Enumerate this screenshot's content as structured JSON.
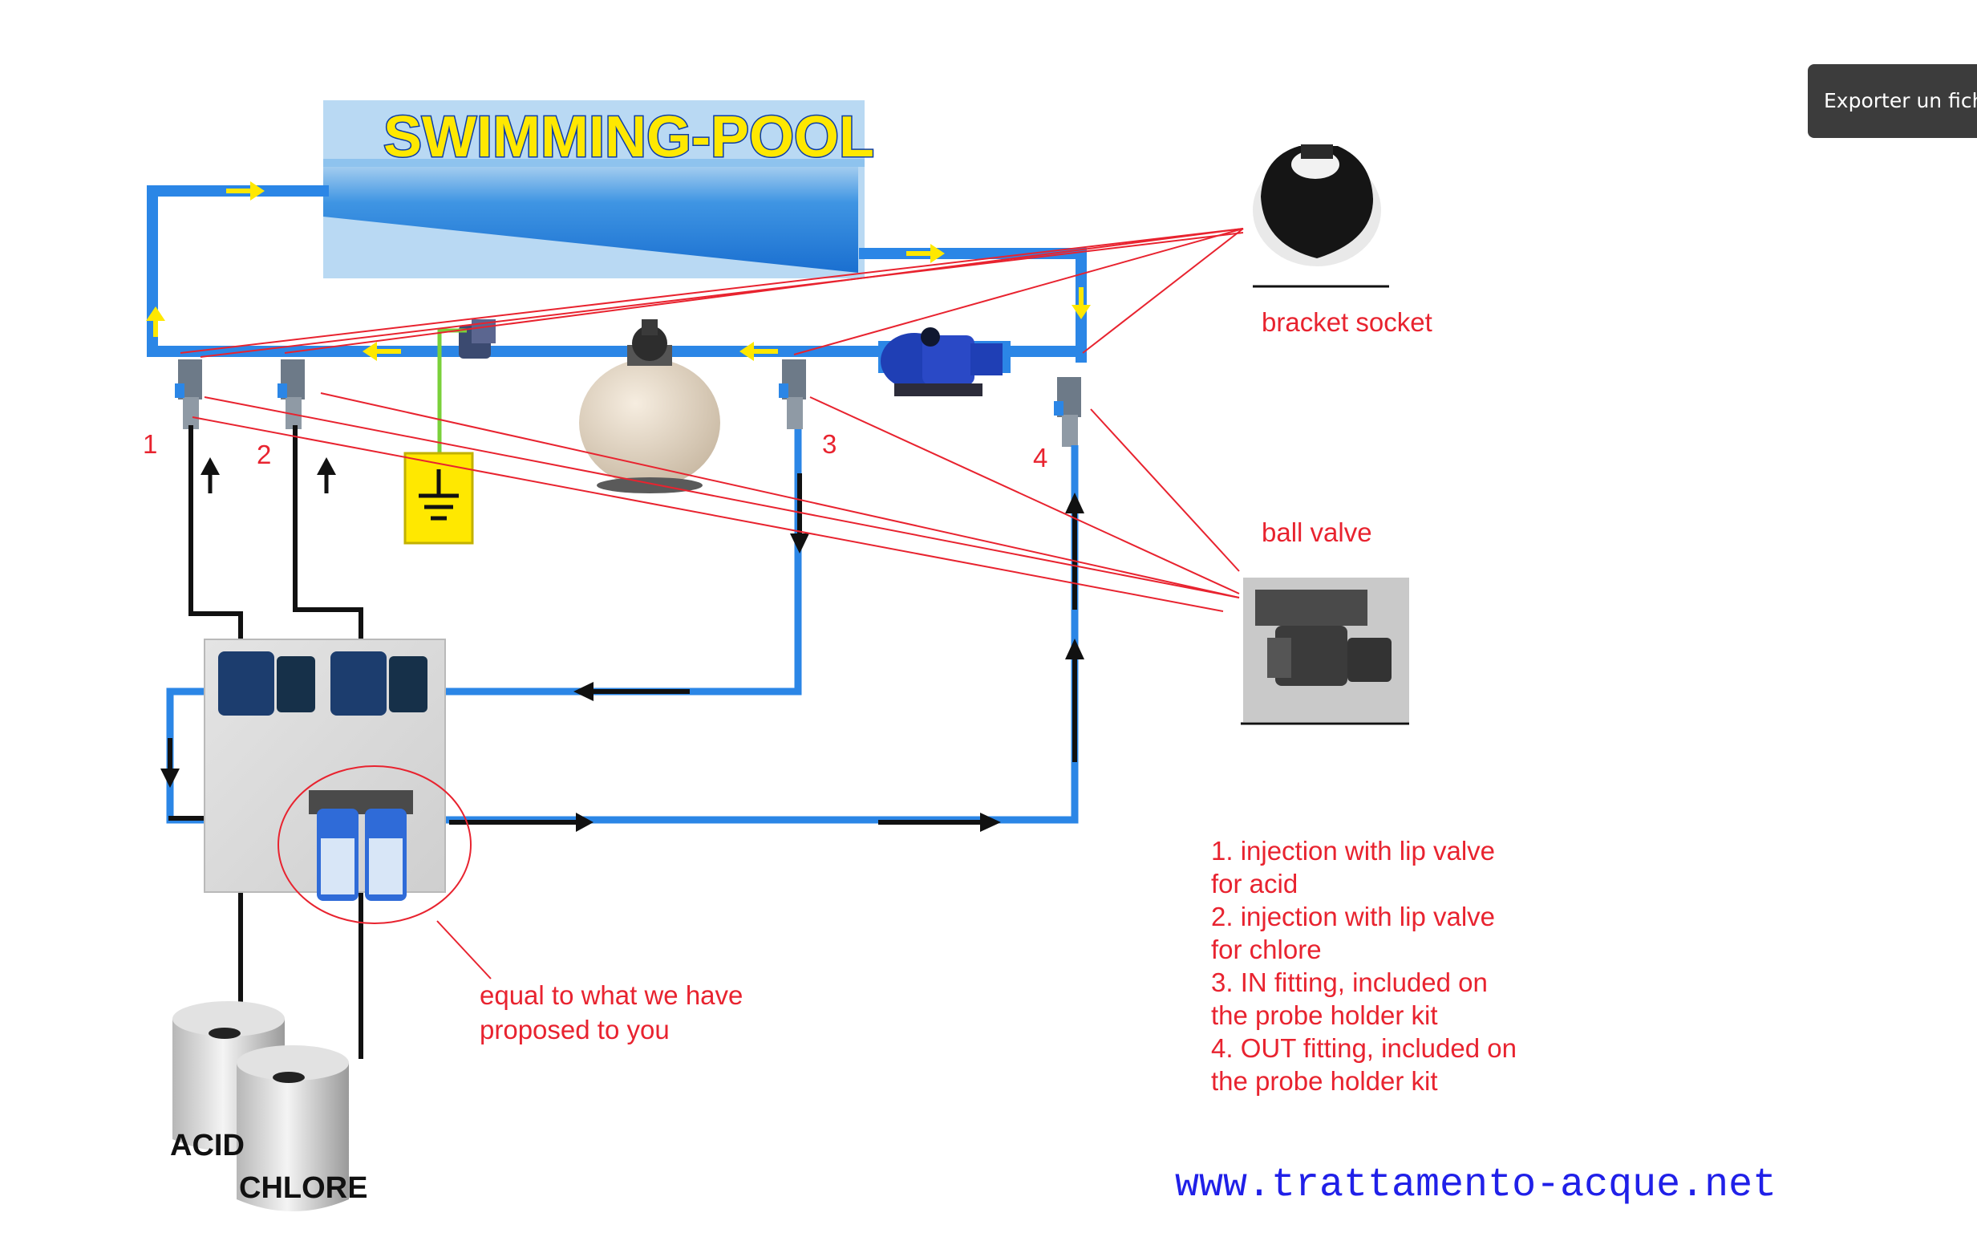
{
  "pool": {
    "title": "SWIMMING-POOL"
  },
  "valves": [
    {
      "label": "1"
    },
    {
      "label": "2"
    },
    {
      "label": "3"
    },
    {
      "label": "4"
    }
  ],
  "callouts": {
    "bracket_socket": "bracket socket",
    "ball_valve": "ball valve",
    "proposal_line1": "equal to what we have",
    "proposal_line2": "proposed to you"
  },
  "notes": [
    "1. injection with lip valve",
    "for acid",
    "2. injection with lip valve",
    "for chlore",
    "3. IN fitting, included on",
    "the probe holder kit",
    "4. OUT fitting, included on",
    "the probe holder kit"
  ],
  "tanks": {
    "acid": "ACID",
    "chlore": "CHLORE"
  },
  "website": "www.trattamento-acque.net",
  "export_button": "Exporter un fichier",
  "colors": {
    "pipe": "#2b86e6",
    "flow_arrow": "#ffe800",
    "callout": "#e8232f",
    "link": "#2020e8"
  }
}
